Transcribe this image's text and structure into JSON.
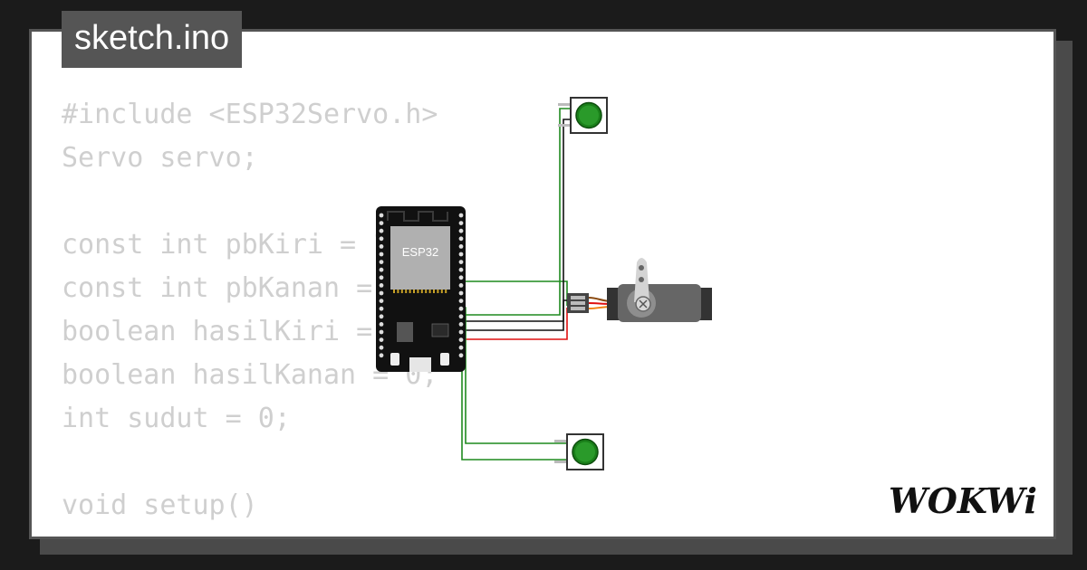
{
  "tab": {
    "filename": "sketch.ino"
  },
  "code_lines": [
    "#include <ESP32Servo.h>",
    "Servo servo;",
    "",
    "const int pbKiri = 1;",
    "const int pbKanan = 2;",
    "boolean hasilKiri = 0;",
    "boolean hasilKanan = 0;",
    "int sudut = 0;",
    "",
    "void setup()",
    "{"
  ],
  "board": {
    "label": "ESP32"
  },
  "logo": {
    "text": "WOKWi"
  },
  "colors": {
    "background": "#1b1b1b",
    "card": "#ffffff",
    "tab": "#555555",
    "code": "#cfcfcf",
    "wire_green": "#1f8a1f",
    "wire_red": "#e01010",
    "wire_black": "#111111",
    "button_cap": "#1a7f1a"
  },
  "icons": [
    "esp32-board",
    "pushbutton",
    "servo-motor",
    "wokwi-logo"
  ]
}
